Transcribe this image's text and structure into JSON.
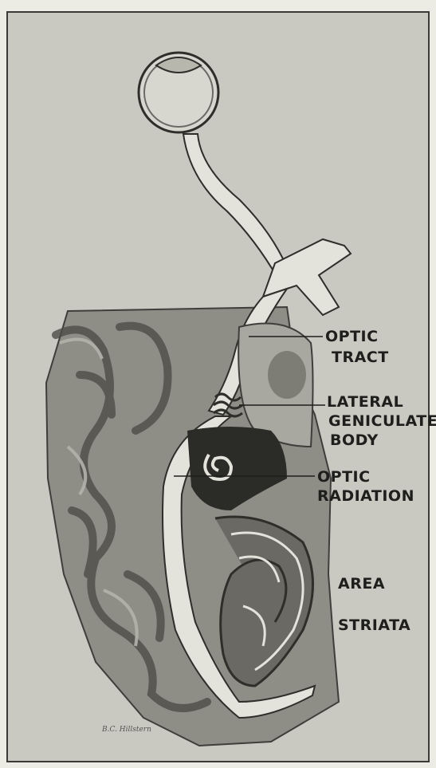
{
  "labels": {
    "optic_tract_1": "OPTIC",
    "optic_tract_2": "TRACT",
    "lgb_1": "LATERAL",
    "lgb_2": "GENICULATE",
    "lgb_3": "BODY",
    "optic_radiation_1": "OPTIC",
    "optic_radiation_2": "RADIATION",
    "area_striata_1": "AREA",
    "area_striata_2": "STRIATA"
  },
  "signature": "B.C. Hillstern"
}
